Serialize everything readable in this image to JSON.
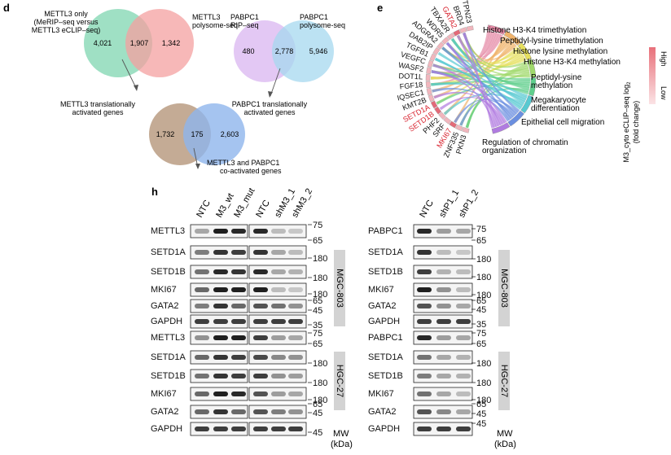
{
  "panel_d": {
    "letter": "d",
    "venn1": {
      "left_label": [
        "METTL3 only",
        "(MeRIP–seq versus",
        "METTL3 eCLIP–seq)"
      ],
      "right_label": [
        "METTL3",
        "polysome-seq"
      ],
      "left_only": "4,021",
      "overlap": "1,907",
      "right_only": "1,342",
      "left_color": "#7fd6b0",
      "right_color": "#f4a0a0"
    },
    "venn2": {
      "left_label": [
        "PABPC1",
        "RIP–seq"
      ],
      "right_label": [
        "PABPC1",
        "polysome-seq"
      ],
      "left_only": "480",
      "overlap": "2,778",
      "right_only": "5,946",
      "left_color": "#d9b5f0",
      "right_color": "#a6d8ef"
    },
    "venn3": {
      "left_label": [
        "METTL3 translationally",
        "activated genes"
      ],
      "right_label": [
        "PABPC1 translationally",
        "activated genes"
      ],
      "bottom_label": [
        "METTL3 and PABPC1",
        "co-activated genes"
      ],
      "left_only": "1,732",
      "overlap": "175",
      "right_only": "2,603",
      "left_color": "#b5967a",
      "right_color": "#8fb5ec"
    }
  },
  "panel_e": {
    "letter": "e",
    "genes": [
      {
        "name": "PTPN23",
        "red": false
      },
      {
        "name": "BRD4",
        "red": false
      },
      {
        "name": "GATA2",
        "red": true
      },
      {
        "name": "TBXA2R",
        "red": false
      },
      {
        "name": "WDR5",
        "red": false
      },
      {
        "name": "ADGRA2",
        "red": false
      },
      {
        "name": "DAB2IP",
        "red": false
      },
      {
        "name": "TGFB1",
        "red": false
      },
      {
        "name": "VEGFC",
        "red": false
      },
      {
        "name": "WASF2",
        "red": false
      },
      {
        "name": "DOT1L",
        "red": false
      },
      {
        "name": "FGF18",
        "red": false
      },
      {
        "name": "IQSEC1",
        "red": false
      },
      {
        "name": "KMT2B",
        "red": false
      },
      {
        "name": "SETD1A",
        "red": true
      },
      {
        "name": "SETD1B",
        "red": true
      },
      {
        "name": "PHF2",
        "red": false
      },
      {
        "name": "SRF",
        "red": false
      },
      {
        "name": "MKI67",
        "red": true
      },
      {
        "name": "ZNF335",
        "red": false
      },
      {
        "name": "PKN3",
        "red": false
      }
    ],
    "terms": [
      {
        "lines": [
          "Histone H3-K4 trimethylation"
        ],
        "color": "#e58aa6"
      },
      {
        "lines": [
          "Peptidyl-lysine trimethylation"
        ],
        "color": "#f0b36b"
      },
      {
        "lines": [
          "Histone lysine methylation"
        ],
        "color": "#e6df5e"
      },
      {
        "lines": [
          "Histone H3-K4 methylation"
        ],
        "color": "#9fd86a"
      },
      {
        "lines": [
          "Peptidyl-ysine",
          "methylation"
        ],
        "color": "#5fcf8c"
      },
      {
        "lines": [
          "Megakaryocyte",
          "differentiation"
        ],
        "color": "#57c9d1"
      },
      {
        "lines": [
          "Epithelial cell migration"
        ],
        "color": "#6b8fe0"
      },
      {
        "lines": [
          "Regulation of chromatin",
          "organization"
        ],
        "color": "#b07be0"
      }
    ],
    "legend": {
      "title_lines": [
        "M3_cyto eCLIP–seq log",
        "(fold change)"
      ],
      "subscript": "2",
      "high": "High",
      "low": "Low",
      "high_color": "#e8707a",
      "low_color": "#fbe3e5"
    }
  },
  "panel_h": {
    "letter": "h",
    "left": {
      "lanes": [
        "NTC",
        "M3_wt",
        "M3_mut",
        "NTC",
        "shM3_1",
        "shM3_2"
      ],
      "cell_lines": [
        "MGC-803",
        "HGC-27"
      ],
      "rows": [
        "METTL3",
        "SETD1A",
        "SETD1B",
        "MKI67",
        "GATA2",
        "GAPDH",
        "METTL3",
        "SETD1A",
        "SETD1B",
        "MKI67",
        "GATA2",
        "GAPDH"
      ]
    },
    "right": {
      "lanes": [
        "NTC",
        "shP1_1",
        "shP1_2"
      ],
      "cell_lines": [
        "MGC-803",
        "HGC-27"
      ],
      "rows": [
        "PABPC1",
        "SETD1A",
        "SETD1B",
        "MKI67",
        "GATA2",
        "GAPDH",
        "PABPC1",
        "SETD1A",
        "SETD1B",
        "MKI67",
        "GATA2",
        "GAPDH"
      ]
    },
    "mw_markers": [
      "75",
      "65",
      "180",
      "180",
      "180",
      "65",
      "45",
      "35",
      "75",
      "65",
      "180",
      "180",
      "180",
      "65",
      "45",
      "45"
    ],
    "mw_label": [
      "MW",
      "(kDa)"
    ]
  }
}
